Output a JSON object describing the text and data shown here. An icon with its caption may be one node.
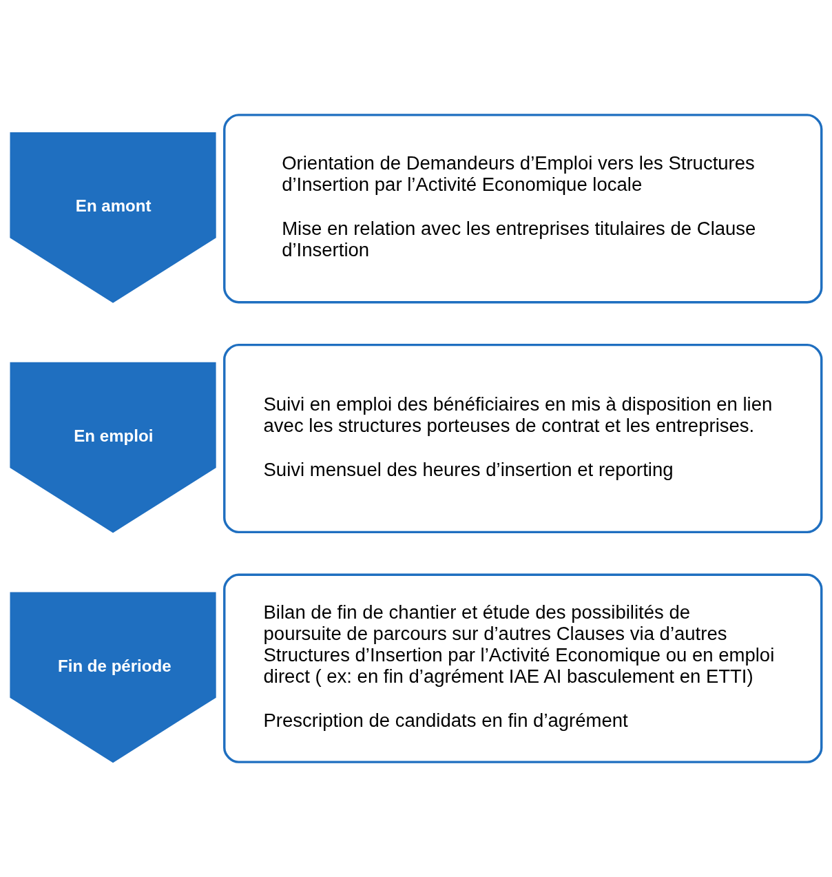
{
  "diagram": {
    "nodes": [
      {
        "text": [
          "En amont"
        ]
      },
      {
        "text": [
          "Orientation de Demandeurs d’Emploi vers les Structures d’Insertion par l’Activité Economique locale",
          "Mise en relation avec les entreprises titulaires de Clause d’Insertion"
        ]
      },
      {
        "text": [
          "En emploi"
        ]
      },
      {
        "text": [
          "Suivi en emploi des bénéficiaires en mis à disposition en lien avec les structures porteuses de contrat et les entreprises.",
          "Suivi mensuel des heures d’insertion et reporting"
        ]
      },
      {
        "text": [
          "Fin de période"
        ]
      },
      {
        "text": [
          "Bilan de fin de chantier et étude des possibilités de poursuite de parcours sur d’autres Clauses via d’autres Structures d’Insertion par l’Activité Economique ou en emploi direct ( ex: en fin d’agrément IAE AI basculement en ETTI)",
          "Prescription de candidats en fin d’agrément"
        ]
      }
    ]
  }
}
